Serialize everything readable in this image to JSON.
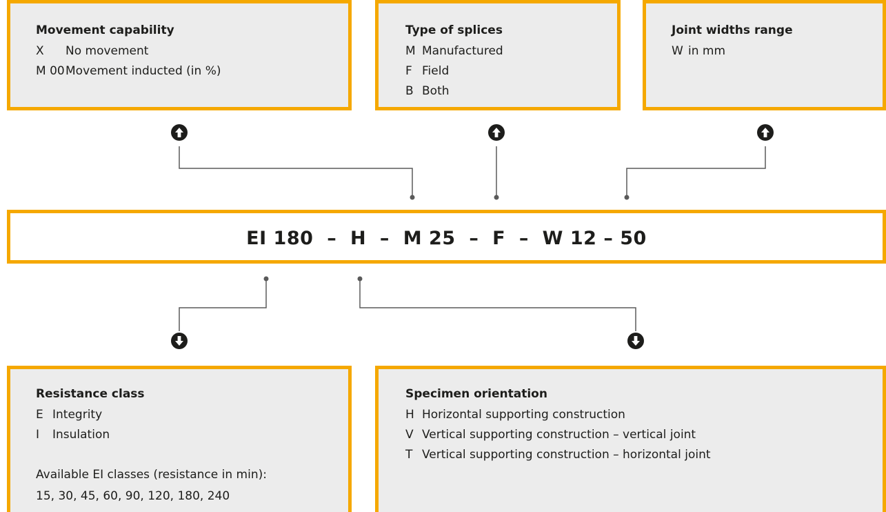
{
  "movement": {
    "title": "Movement capability",
    "items": [
      {
        "code": "X",
        "desc": "No movement"
      },
      {
        "code": "M 00",
        "desc": "Movement inducted (in %)"
      }
    ]
  },
  "splices": {
    "title": "Type of splices",
    "items": [
      {
        "code": "M",
        "desc": "Manufactured"
      },
      {
        "code": "F",
        "desc": "Field"
      },
      {
        "code": "B",
        "desc": "Both"
      }
    ]
  },
  "joint_widths": {
    "title": "Joint widths range",
    "items": [
      {
        "code": "W",
        "desc": "in mm"
      }
    ]
  },
  "formula": "EI 180  –  H  –  M 25  –  F  –  W 12 – 50",
  "resistance": {
    "title": "Resistance class",
    "items": [
      {
        "code": "E",
        "desc": "Integrity"
      },
      {
        "code": "I",
        "desc": "Insulation"
      }
    ],
    "note_line1": "Available EI classes (resistance in min):",
    "note_line2": "15, 30, 45, 60, 90, 120, 180, 240"
  },
  "orientation": {
    "title": "Specimen orientation",
    "items": [
      {
        "code": "H",
        "desc": "Horizontal supporting construction"
      },
      {
        "code": "V",
        "desc": "Vertical supporting construction – vertical joint"
      },
      {
        "code": "T",
        "desc": "Vertical supporting construction – horizontal joint"
      }
    ]
  },
  "icons": {
    "up": "arrow-up-circle-icon",
    "down": "arrow-down-circle-icon"
  },
  "colors": {
    "accent": "#f5a800",
    "box_fill": "#ececec",
    "text": "#1d1d1b",
    "line": "#5a5a5a"
  }
}
